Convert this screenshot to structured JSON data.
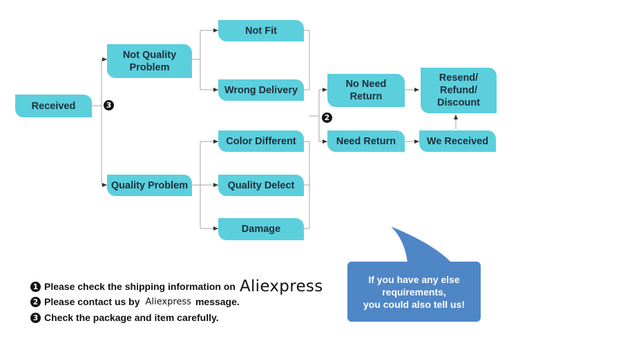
{
  "nodes": {
    "received": "Received",
    "not_quality_problem": "Not Quality\nProblem",
    "quality_problem": "Quality Problem",
    "not_fit": "Not Fit",
    "wrong_delivery": "Wrong Delivery",
    "color_different": "Color Different",
    "quality_delect": "Quality Delect",
    "damage": "Damage",
    "no_need_return": "No Need\nReturn",
    "need_return": "Need Return",
    "resend_refund_discount": "Resend/\nRefund/\nDiscount",
    "we_received": "We Received"
  },
  "markers": {
    "received_branch": "3",
    "return_branch": "2"
  },
  "notes": [
    {
      "number": "1",
      "text": "Please check the shipping information on",
      "brand": "Aliexpress",
      "suffix": ""
    },
    {
      "number": "2",
      "text": "Please contact us by",
      "brand": "Aliexpress",
      "suffix": "message."
    },
    {
      "number": "3",
      "text": "Check the package and item carefully.",
      "brand": "",
      "suffix": ""
    }
  ],
  "bubble": {
    "text": "If you have any else\nrequirements,\nyou could also tell us!"
  },
  "colors": {
    "node_fill": "#5bcfdc",
    "bubble_fill": "#4f86c6",
    "connector": "#b8b8b8"
  }
}
